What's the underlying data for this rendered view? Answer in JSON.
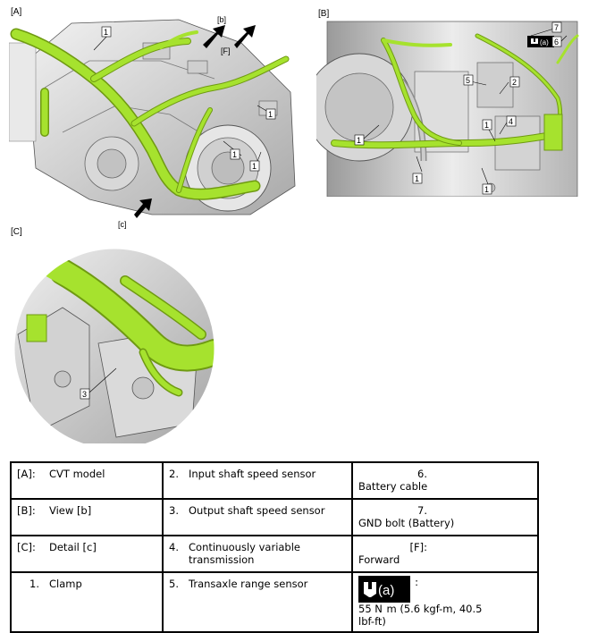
{
  "panels": {
    "a": {
      "label": "[A]",
      "callouts": [
        "1",
        "1",
        "1",
        "1"
      ],
      "view_label": "[b]",
      "forward_label": "[F]",
      "detail_label": "[c]"
    },
    "b": {
      "label": "[B]",
      "callouts": [
        "7",
        "6",
        "5",
        "2",
        "4",
        "1",
        "1",
        "1",
        "1"
      ],
      "torque_mark": "(a)"
    },
    "c": {
      "label": "[C]",
      "callouts": [
        "3"
      ]
    }
  },
  "legend": {
    "rows": [
      [
        {
          "key": "[A]:",
          "value": "CVT model"
        },
        {
          "key": "2.",
          "value": "Input shaft speed sensor"
        },
        {
          "key": "6.",
          "value": "Battery cable"
        }
      ],
      [
        {
          "key": "[B]:",
          "value": "View [b]"
        },
        {
          "key": "3.",
          "value": "Output shaft speed sensor"
        },
        {
          "key": "7.",
          "value": "GND bolt (Battery)"
        }
      ],
      [
        {
          "key": "[C]:",
          "value": "Detail [c]"
        },
        {
          "key": "4.",
          "value": "Continuously variable transmission"
        },
        {
          "key": "[F]:",
          "value": "Forward"
        }
      ],
      [
        {
          "key": "1.",
          "value": "Clamp"
        },
        {
          "key": "5.",
          "value": "Transaxle range sensor"
        },
        {
          "key": ":",
          "value": "55 N  m (5.6 kgf-m, 40.5 lbf-ft)",
          "icon_text": "(a)"
        }
      ]
    ]
  },
  "colors": {
    "harness": "#a6e22e",
    "harness_dark": "#6f9a12",
    "metal": "#d6d6d6",
    "metal_dark": "#8c8c8c",
    "line": "#000000"
  }
}
